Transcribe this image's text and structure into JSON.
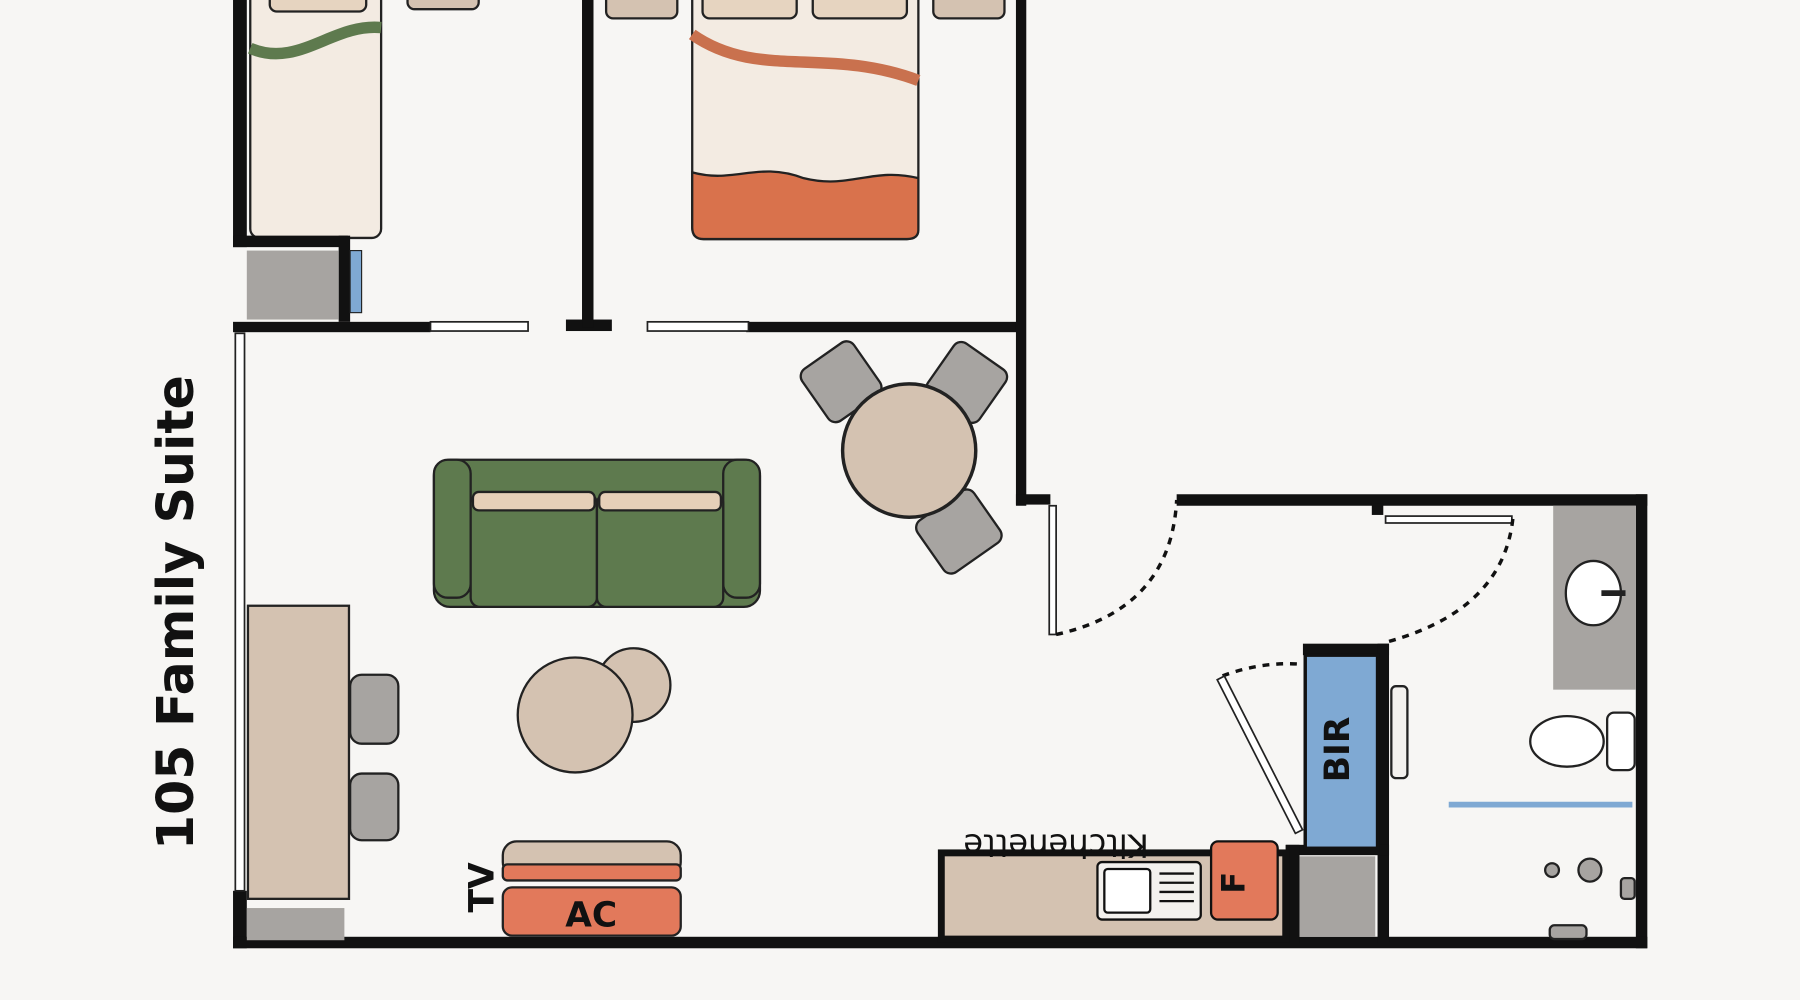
{
  "title": "105 Family Suite",
  "rooms": {
    "kitchenette": "Kitchenette",
    "bir": "BIR"
  },
  "fixtures": {
    "tv": "TV",
    "ac": "AC",
    "fridge": "F"
  },
  "colors": {
    "background": "#f7f6f4",
    "wall": "#111111",
    "beige": "#d4c2b1",
    "green": "#5e7a4e",
    "orange": "#e2795b",
    "gray": "#a7a4a1",
    "blue": "#7fa9d3"
  }
}
